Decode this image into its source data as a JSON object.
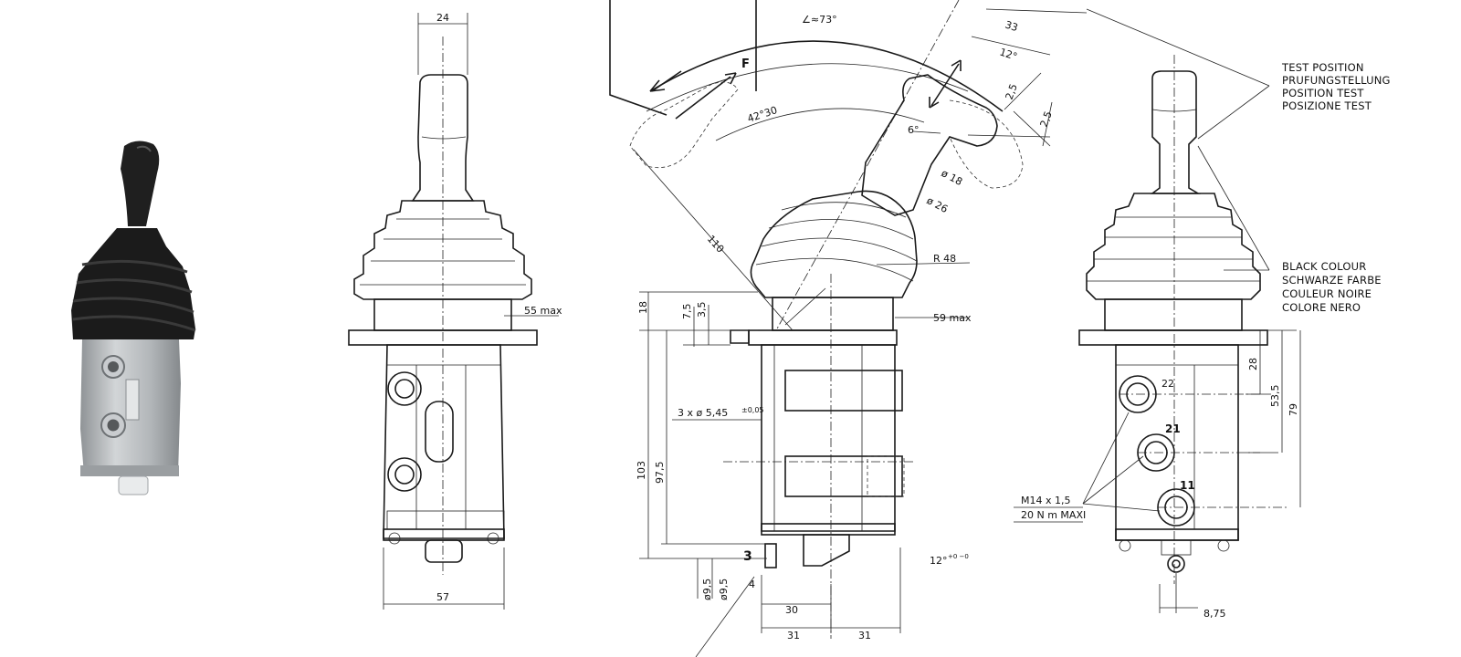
{
  "photo": {
    "name": "product-photo",
    "description": "black joystick with rubber boot on aluminium valve body"
  },
  "front_view": {
    "dims": {
      "top_width": "24",
      "max_dia": "55 max",
      "base_width": "57"
    }
  },
  "side_view": {
    "angle_total": "∠≈73°",
    "angle_half": "42°30",
    "force_label": "F",
    "lever_length": "110",
    "radius": "R 48",
    "max_dia": "59 max",
    "dim_33": "33",
    "dim_12deg": "12°",
    "dim_25a": "2,5",
    "dim_25b": "2,5",
    "dim_6deg": "6°",
    "dia_18": "ø 18",
    "dia_26": "ø 26",
    "h_18": "18",
    "h_75": "7,5",
    "h_35": "3,5",
    "holes": "3 x ø 5,45",
    "holes_tol": "±0,05",
    "h_103": "103",
    "h_975": "97,5",
    "port_3": "3",
    "dia_95a": "ø9,5",
    "dia_95b": "ø9,5",
    "w_4": "4",
    "w_30": "30",
    "w_31a": "31",
    "w_31b": "31",
    "angle_12": "12°",
    "angle_12_tol": "+0\n−0"
  },
  "right_view": {
    "test_position": [
      "TEST POSITION",
      "PRUFUNGSTELLUNG",
      "POSITION TEST",
      "POSIZIONE TEST"
    ],
    "black_colour": [
      "BLACK COLOUR",
      "SCHWARZE FARBE",
      "COULEUR NOIRE",
      "COLORE NERO"
    ],
    "port_22": "22",
    "port_21": "21",
    "port_11": "11",
    "thread": "M14 x 1,5",
    "torque": "20 N m MAXI",
    "h_28": "28",
    "h_535": "53,5",
    "h_79": "79",
    "w_875": "8,75"
  },
  "colors": {
    "ink": "#1a1a1a",
    "paper": "#ffffff",
    "boot": "#1c1c1c",
    "metal": "#b9bdc0"
  }
}
